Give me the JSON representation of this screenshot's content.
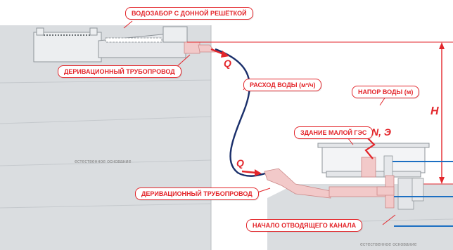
{
  "labels": {
    "intake": "ВОДОЗАБОР С ДОННОЙ РЕШЁТКОЙ",
    "pipeline_upper": "ДЕРИВАЦИОННЫЙ ТРУБОПРОВОД",
    "water_flow": "РАСХОД ВОДЫ (м³/ч)",
    "head": "НАПОР ВОДЫ (м)",
    "building": "ЗДАНИЕ МАЛОЙ ГЭС",
    "pipeline_lower": "ДЕРИВАЦИОННЫЙ ТРУБОПРОВОД",
    "outlet_channel": "НАЧАЛО ОТВОДЯЩЕГО КАНАЛА"
  },
  "symbols": {
    "flow_upper": "Q",
    "flow_lower": "Q",
    "head": "H",
    "power": "N, Э"
  },
  "ground": {
    "left": "естественное основание",
    "right": "естественное основание"
  },
  "colors": {
    "accent_red": "#e3262b",
    "pipe_fill": "#f2c9c9",
    "ground": "#d9dcdf",
    "tailrace_blue": "#1c6fc2",
    "penstock_navy": "#1a2f6b"
  }
}
